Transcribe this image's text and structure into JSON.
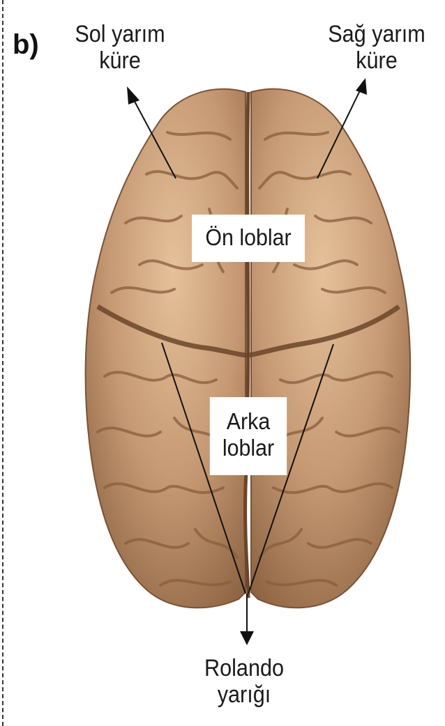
{
  "panel_label": "b)",
  "labels": {
    "left_hemisphere": [
      "Sol yarım",
      "küre"
    ],
    "right_hemisphere": [
      "Sağ yarım",
      "küre"
    ],
    "frontal_lobes": "Ön loblar",
    "posterior_lobes": [
      "Arka",
      "loblar"
    ],
    "central_sulcus": [
      "Rolando",
      "yarığı"
    ]
  },
  "colors": {
    "brain_base": "#b88a62",
    "brain_highlight": "#e2bc92",
    "brain_shadow": "#7a5234",
    "line": "#111111"
  }
}
